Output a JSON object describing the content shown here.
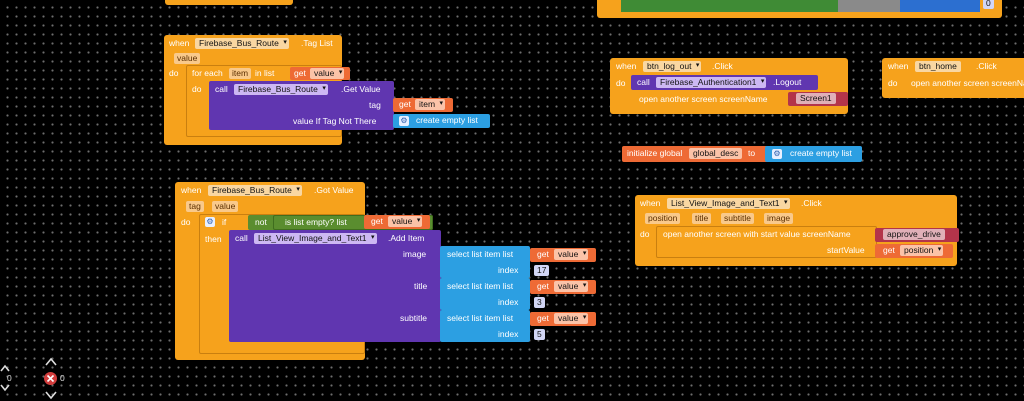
{
  "tag_list_block": {
    "when": "when",
    "component": "Firebase_Bus_Route",
    "event": ".Tag List",
    "param": "value",
    "do": "do",
    "foreach": "for each",
    "item_var": "item",
    "in_list": "in list",
    "get": "get",
    "get_value": "value",
    "inner_do": "do",
    "call": "call",
    "call_component": "Firebase_Bus_Route",
    "method": ".Get Value",
    "tag_label": "tag",
    "tag_get": "get",
    "tag_var": "item",
    "vitnt_label": "value If Tag Not There",
    "empty_list": "create empty list"
  },
  "got_value_block": {
    "when": "when",
    "component": "Firebase_Bus_Route",
    "event": ".Got Value",
    "params": [
      "tag",
      "value"
    ],
    "do": "do",
    "if": "if",
    "then": "then",
    "not": "not",
    "is_empty": "is list empty?  list",
    "get": "get",
    "get_var": "value",
    "call": "call",
    "call_component": "List_View_Image_and_Text1",
    "method": ".Add Item",
    "rows": [
      {
        "label": "image",
        "select": "select list item  list",
        "get": "get",
        "var": "value",
        "index_label": "index",
        "index": "17"
      },
      {
        "label": "title",
        "select": "select list item  list",
        "get": "get",
        "var": "value",
        "index_label": "index",
        "index": "3"
      },
      {
        "label": "subtitle",
        "select": "select list item  list",
        "get": "get",
        "var": "value",
        "index_label": "index",
        "index": "5"
      }
    ]
  },
  "logout_block": {
    "when": "when",
    "component": "btn_log_out",
    "event": ".Click",
    "do": "do",
    "call": "call",
    "call_component": "Firebase_Authentication1",
    "method": ".Logout",
    "open": "open another screen  screenName",
    "screen": "Screen1"
  },
  "home_block": {
    "when": "when",
    "component": "btn_home",
    "event": ".Click",
    "do": "do",
    "open": "open another screen  screenName"
  },
  "global_block": {
    "init": "initialize global",
    "name": "global_desc",
    "to": "to",
    "empty_list": "create empty list"
  },
  "lv_click_block": {
    "when": "when",
    "component": "List_View_Image_and_Text1",
    "event": ".Click",
    "params": [
      "position",
      "title",
      "subtitle",
      "image"
    ],
    "do": "do",
    "open": "open another screen with start value  screenName",
    "screen": "approve_drive",
    "start_label": "startValue",
    "get": "get",
    "start_var": "position"
  },
  "top_right": {
    "count": "0"
  },
  "workspace_controls": {
    "counter_left": "0",
    "counter_right": "0"
  }
}
